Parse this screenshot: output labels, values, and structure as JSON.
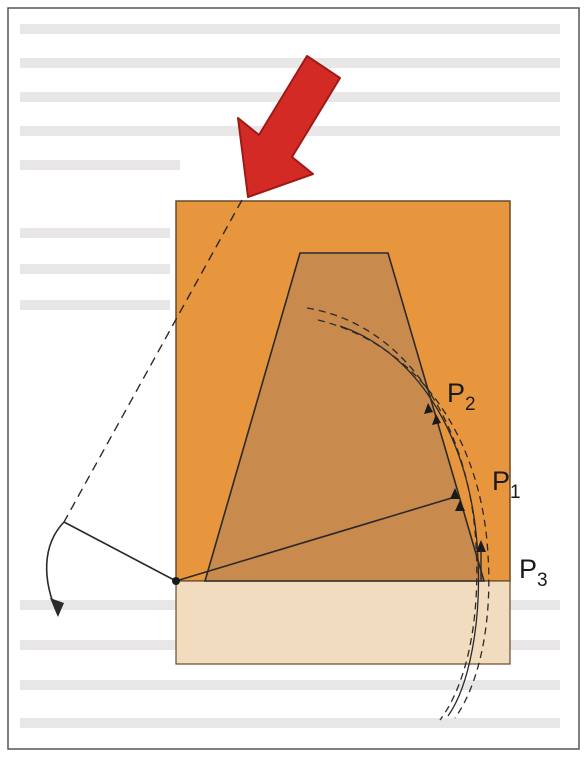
{
  "figure": {
    "labels": {
      "p2": {
        "main": "P",
        "sub": "2"
      },
      "p1": {
        "main": "P",
        "sub": "1"
      },
      "p3": {
        "main": "P",
        "sub": "3"
      }
    },
    "colors": {
      "block": "#e8963e",
      "block_stroke": "#6b4a2a",
      "trapezoid": "#c98a4e",
      "base": "#f2dcc0",
      "arrow_red": "#d42a25",
      "arrow_red_dark": "#9e1a16",
      "line": "#2a2a2a",
      "label": "#1a1a1a"
    },
    "icons": {
      "force_arrow": "big-red-arrow-icon",
      "rotation_arrow": "curved-arrow-icon"
    }
  }
}
